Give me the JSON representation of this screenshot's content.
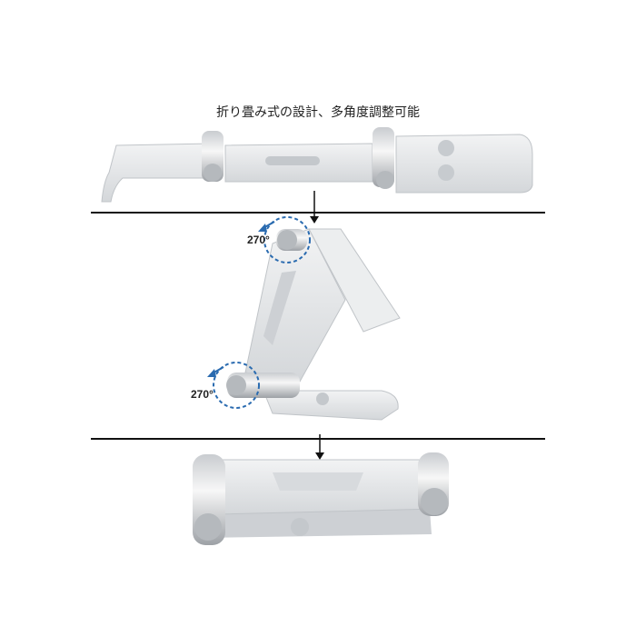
{
  "caption": "折り畳み式の設計、多角度調整可能",
  "angle_labels": [
    "270°",
    "270°"
  ],
  "colors": {
    "aluminum": "#e6e8ea",
    "shadow": "#b8bcc0",
    "hinge_dash": "#2a6bb0",
    "line": "#111111"
  }
}
